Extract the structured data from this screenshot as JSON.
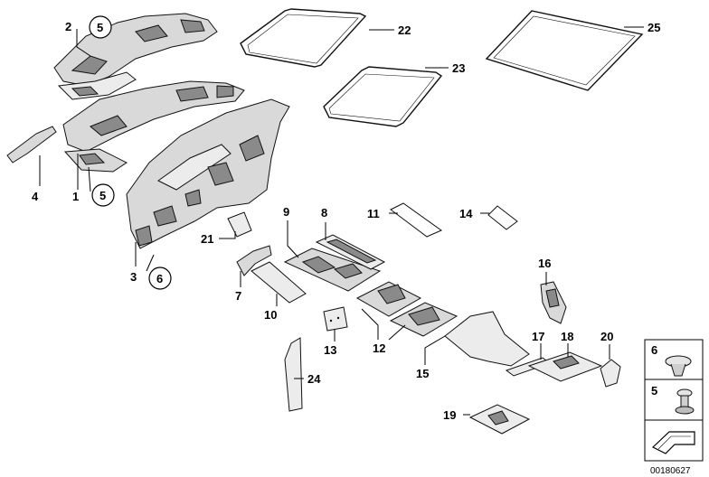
{
  "callouts": {
    "c1": "1",
    "c2": "2",
    "c3": "3",
    "c4": "4",
    "c5a": "5",
    "c5b": "5",
    "c6": "6",
    "c7": "7",
    "c8": "8",
    "c9": "9",
    "c10": "10",
    "c11": "11",
    "c12": "12",
    "c13": "13",
    "c14": "14",
    "c15": "15",
    "c16": "16",
    "c17": "17",
    "c18": "18",
    "c19": "19",
    "c20": "20",
    "c21": "21",
    "c22": "22",
    "c23": "23",
    "c24": "24",
    "c25": "25"
  },
  "legend": {
    "item6": "6",
    "item5": "5"
  },
  "footer": {
    "doc_number": "00180627"
  }
}
